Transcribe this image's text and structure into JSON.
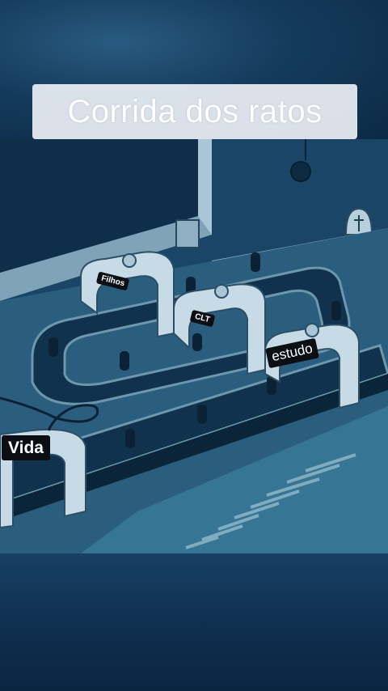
{
  "title": "Corrida dos ratos",
  "labels": {
    "filhos": "Filhos",
    "clt": "CLT",
    "estudo": "estudo",
    "vida": "Vida"
  }
}
